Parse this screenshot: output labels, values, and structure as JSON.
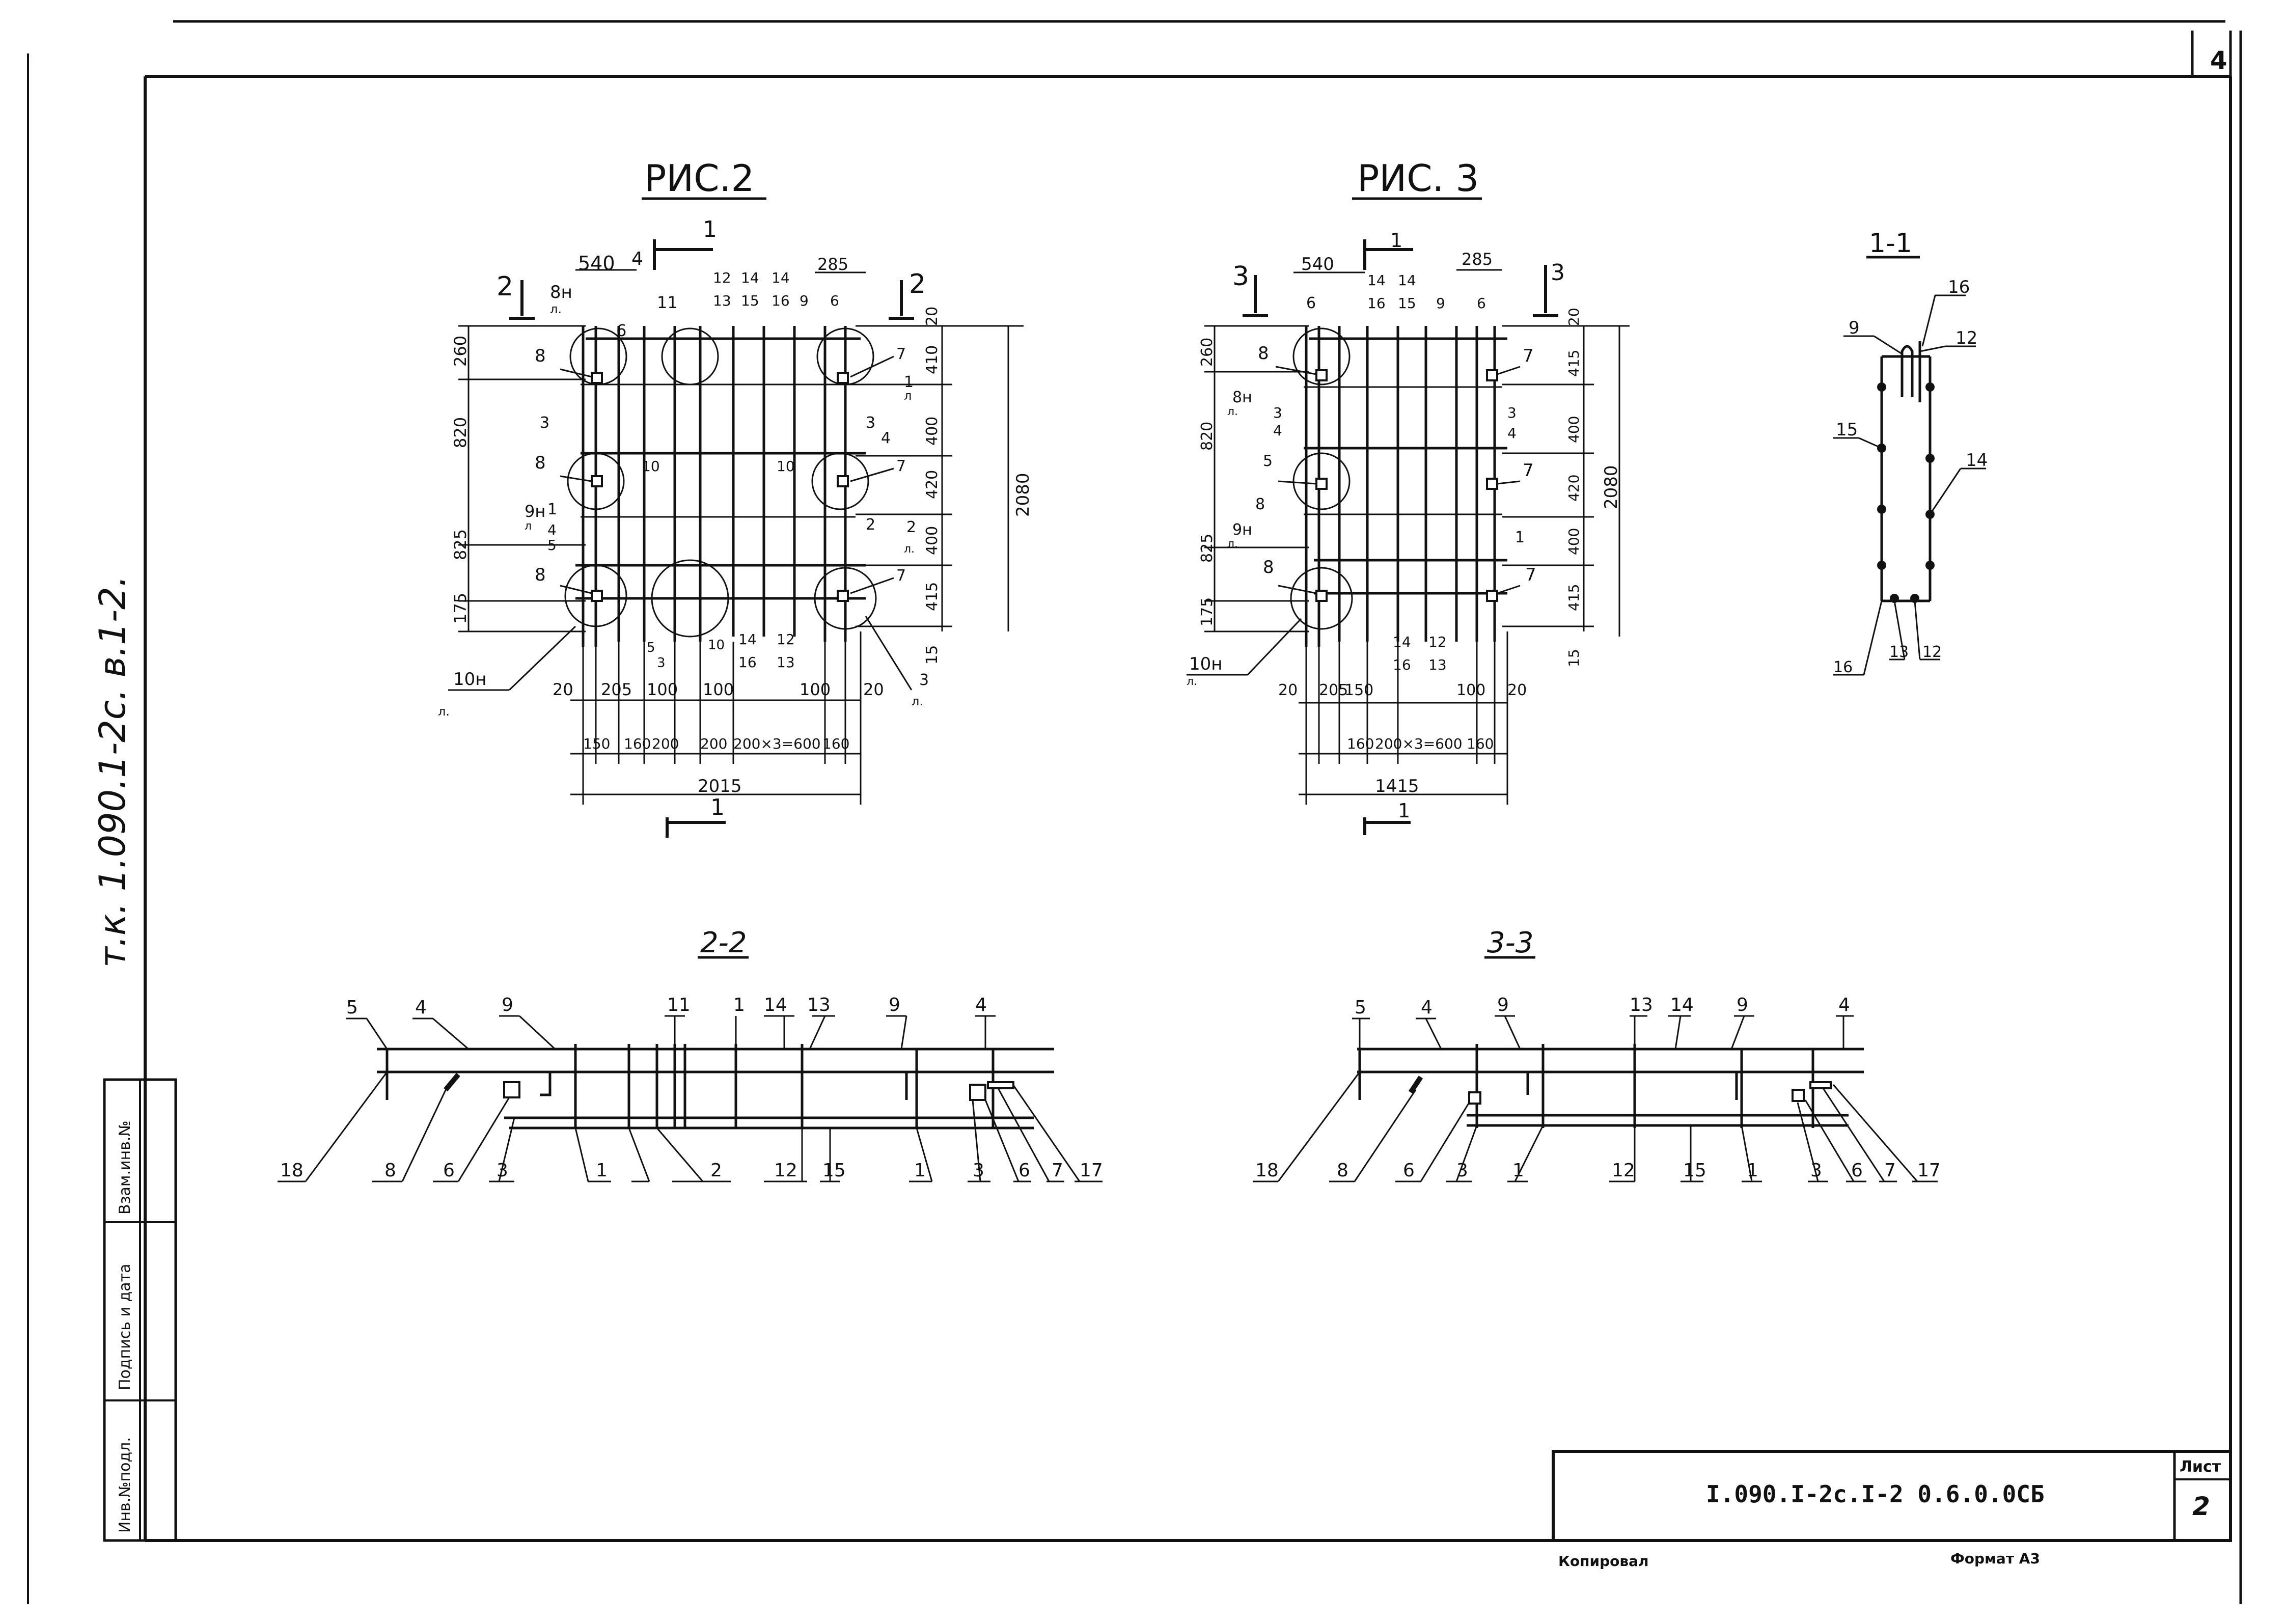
{
  "sheet": {
    "page_number_corner": "4",
    "side_label": "т.к. 1.090.1-2с. в.1-2.",
    "stamp_labels": [
      "Взам.инв.№",
      "Подпись и дата",
      "Инв.№подл."
    ],
    "code": "I.090.I-2c.I-2 0.6.0.0СБ",
    "sheet_label": "Лист",
    "sheet_number": "2",
    "copied": "Копировал",
    "format": "Формат А3"
  },
  "fig2": {
    "title": "РИС.2",
    "top_dims": [
      "540",
      "285"
    ],
    "left_dims": [
      "260",
      "820",
      "825",
      "175"
    ],
    "right_dims": [
      "20",
      "410",
      "400",
      "420",
      "400",
      "415",
      "15"
    ],
    "overall_height": "2080",
    "bottom_dims_1": [
      "20",
      "205",
      "100",
      "100",
      "100",
      "20"
    ],
    "bottom_dims_2": [
      "150",
      "160",
      "200",
      "200",
      "200×3=600",
      "160"
    ],
    "overall_width": "2015",
    "section_mark": "1",
    "side_mark": "2",
    "labels": [
      "8н",
      "л.",
      "6",
      "4",
      "11",
      "12",
      "13",
      "14",
      "15",
      "14",
      "16",
      "9",
      "6",
      "8",
      "3",
      "7",
      "1",
      "л",
      "3",
      "4",
      "8",
      "10",
      "10",
      "7",
      "9н",
      "л",
      "2",
      "2",
      "л.",
      "1",
      "4",
      "5",
      "8",
      "7",
      "5",
      "3",
      "10",
      "14",
      "16",
      "12",
      "13",
      "3",
      "л.",
      "10н",
      "л."
    ]
  },
  "fig3": {
    "title": "РИС. 3",
    "top_dims": [
      "540",
      "285"
    ],
    "left_dims": [
      "260",
      "820",
      "825",
      "175"
    ],
    "right_dims": [
      "20",
      "415",
      "400",
      "420",
      "400",
      "415",
      "15"
    ],
    "overall_height": "2080",
    "bottom_dims_1": [
      "20",
      "205",
      "150",
      "100",
      "20"
    ],
    "bottom_dims_2": [
      "160",
      "200×3=600",
      "160"
    ],
    "overall_width": "1415",
    "section_mark": "1",
    "side_mark": "3",
    "labels": [
      "6",
      "14",
      "16",
      "14",
      "15",
      "9",
      "6",
      "8",
      "7",
      "8н",
      "л.",
      "3",
      "4",
      "3",
      "4",
      "5",
      "7",
      "8",
      "9н",
      "л.",
      "1",
      "8",
      "7",
      "14",
      "16",
      "12",
      "13",
      "10н",
      "л."
    ]
  },
  "sec11": {
    "title": "1-1",
    "labels": [
      "16",
      "9",
      "12",
      "15",
      "14",
      "16",
      "13",
      "12"
    ]
  },
  "sec22": {
    "title": "2-2",
    "top_labels": [
      "5",
      "4",
      "9",
      "11",
      "1",
      "14",
      "13",
      "9",
      "4"
    ],
    "bottom_labels": [
      "18",
      "8",
      "6",
      "3",
      "1",
      "2",
      "12",
      "15",
      "1",
      "3",
      "6",
      "7",
      "17"
    ]
  },
  "sec33": {
    "title": "3-3",
    "top_labels": [
      "5",
      "4",
      "9",
      "13",
      "14",
      "9",
      "4"
    ],
    "bottom_labels": [
      "18",
      "8",
      "6",
      "3",
      "1",
      "12",
      "15",
      "1",
      "3",
      "6",
      "7",
      "17"
    ]
  }
}
